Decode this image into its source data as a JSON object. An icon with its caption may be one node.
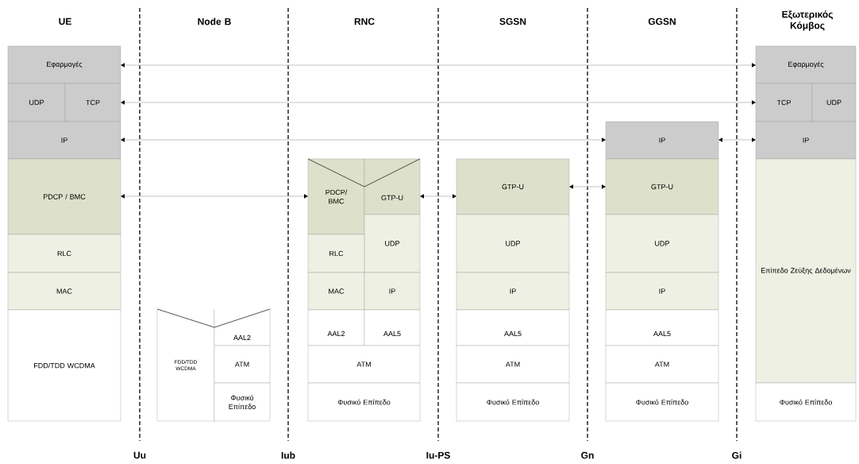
{
  "diagram": {
    "nodes": [
      {
        "text": [
          "Εφαρμογές"
        ]
      },
      {
        "text": [
          "UDP"
        ]
      },
      {
        "text": [
          "TCP"
        ]
      },
      {
        "text": [
          "IP"
        ]
      },
      {
        "text": [
          "PDCP / BMC"
        ]
      },
      {
        "text": [
          "RLC"
        ]
      },
      {
        "text": [
          "MAC"
        ]
      },
      {
        "text": [
          "FDD/TDD WCDMA"
        ]
      },
      {
        "text": [
          "FDD/TDD WCDMA"
        ]
      },
      {
        "text": [
          "AAL2"
        ]
      },
      {
        "text": [
          "ATM"
        ]
      },
      {
        "text": [
          "Φυσικό Επίπεδο"
        ]
      },
      {
        "text": [
          "PDCP/ BMC"
        ]
      },
      {
        "text": [
          "GTP-U"
        ]
      },
      {
        "text": [
          "UDP"
        ]
      },
      {
        "text": [
          "RLC"
        ]
      },
      {
        "text": [
          "MAC"
        ]
      },
      {
        "text": [
          "IP"
        ]
      },
      {
        "text": [
          "AAL2"
        ]
      },
      {
        "text": [
          "AAL5"
        ]
      },
      {
        "text": [
          "ATM"
        ]
      },
      {
        "text": [
          "Φυσικό Επίπεδο"
        ]
      },
      {
        "text": [
          "GTP-U"
        ]
      },
      {
        "text": [
          "UDP"
        ]
      },
      {
        "text": [
          "IP"
        ]
      },
      {
        "text": [
          "AAL5"
        ]
      },
      {
        "text": [
          "ATM"
        ]
      },
      {
        "text": [
          "Φυσικό Επίπεδο"
        ]
      },
      {
        "text": [
          "IP"
        ]
      },
      {
        "text": [
          "GTP-U"
        ]
      },
      {
        "text": [
          "UDP"
        ]
      },
      {
        "text": [
          "IP"
        ]
      },
      {
        "text": [
          "AAL5"
        ]
      },
      {
        "text": [
          "ATM"
        ]
      },
      {
        "text": [
          "Φυσικό Επίπεδο"
        ]
      },
      {
        "text": [
          "Εφαρμογές"
        ]
      },
      {
        "text": [
          "TCP"
        ]
      },
      {
        "text": [
          "UDP"
        ]
      },
      {
        "text": [
          "IP"
        ]
      },
      {
        "text": [
          "Επίπεδο Ζεύξης Δεδομένων"
        ]
      },
      {
        "text": [
          "Φυσικό Επίπεδο"
        ]
      }
    ],
    "edges": [
      {
        "from": 0,
        "to": 35,
        "arrow": "both"
      },
      {
        "from": 2,
        "to": 36,
        "arrow": "both"
      },
      {
        "from": 3,
        "to": 28,
        "arrow": "both"
      },
      {
        "from": 28,
        "to": 38,
        "arrow": "both"
      },
      {
        "from": 4,
        "to": 12,
        "arrow": "both"
      },
      {
        "from": 13,
        "to": 22,
        "arrow": "both"
      },
      {
        "from": 22,
        "to": 29,
        "arrow": "both"
      }
    ],
    "labels": [
      "UE",
      "Node B",
      "RNC",
      "SGSN",
      "GGSN",
      "Εξωτερικός Κόμβος",
      "Uu",
      "Iub",
      "Iu-PS",
      "Gn",
      "Gi"
    ]
  }
}
